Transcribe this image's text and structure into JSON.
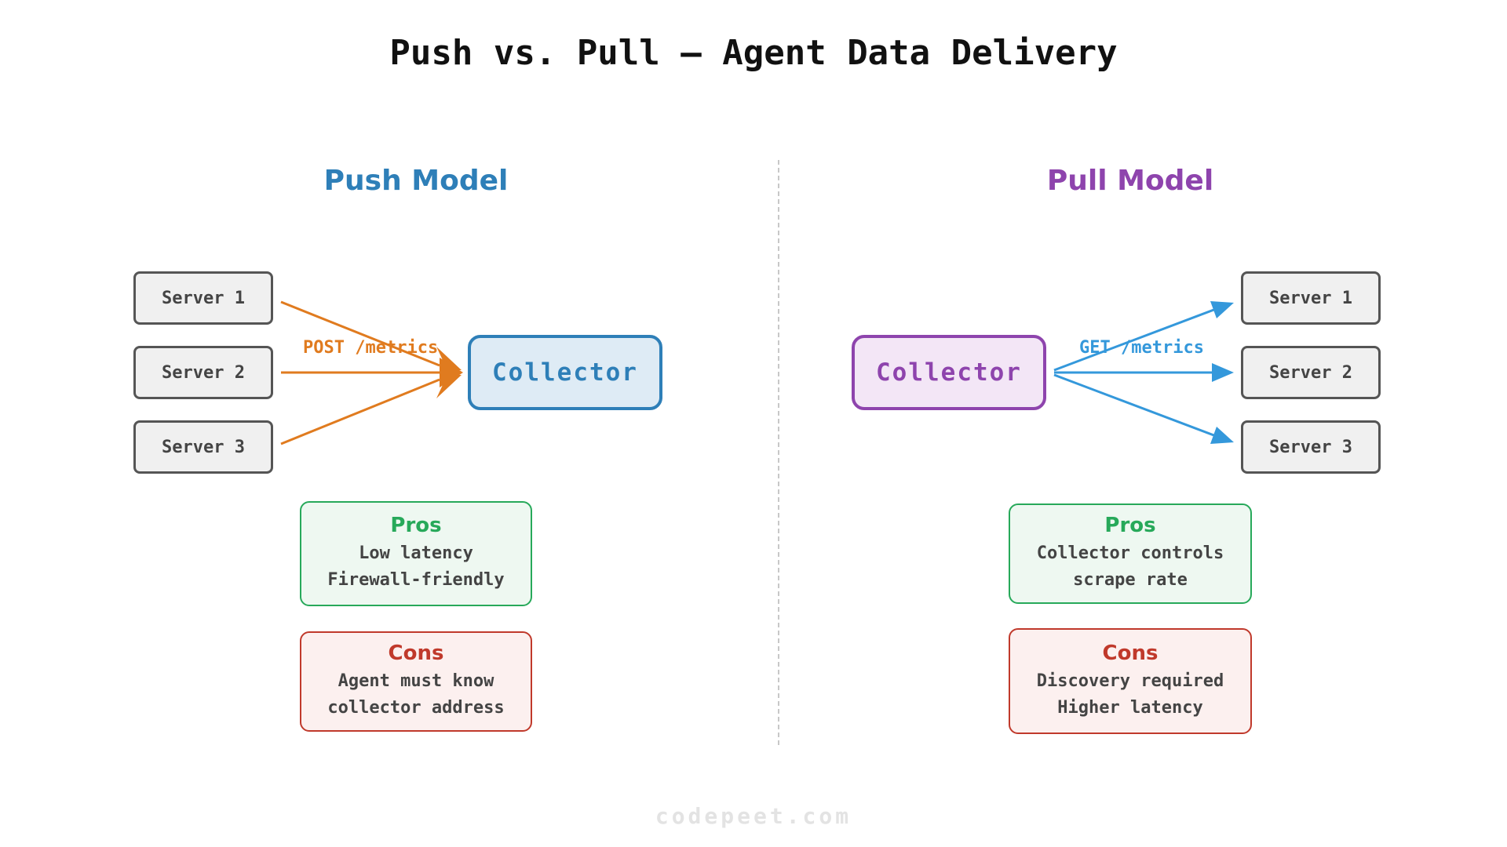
{
  "title": "Push vs. Pull — Agent Data Delivery",
  "push": {
    "heading": "Push Model",
    "servers": [
      "Server 1",
      "Server 2",
      "Server 3"
    ],
    "collector": "Collector",
    "edge_label": "POST /metrics",
    "pros": {
      "heading": "Pros",
      "lines": [
        "Low latency",
        "Firewall-friendly"
      ]
    },
    "cons": {
      "heading": "Cons",
      "lines": [
        "Agent must know",
        "collector address"
      ]
    }
  },
  "pull": {
    "heading": "Pull Model",
    "servers": [
      "Server 1",
      "Server 2",
      "Server 3"
    ],
    "collector": "Collector",
    "edge_label": "GET /metrics",
    "pros": {
      "heading": "Pros",
      "lines": [
        "Collector controls",
        "scrape rate"
      ]
    },
    "cons": {
      "heading": "Cons",
      "lines": [
        "Discovery required",
        "Higher latency"
      ]
    }
  },
  "footer": "codepeet.com",
  "colors": {
    "push_accent": "#2e7fb8",
    "pull_accent": "#8e44ad",
    "push_arrow": "#e07b1f",
    "pull_arrow": "#3498db",
    "pros": "#27a95a",
    "cons": "#c0392b"
  }
}
